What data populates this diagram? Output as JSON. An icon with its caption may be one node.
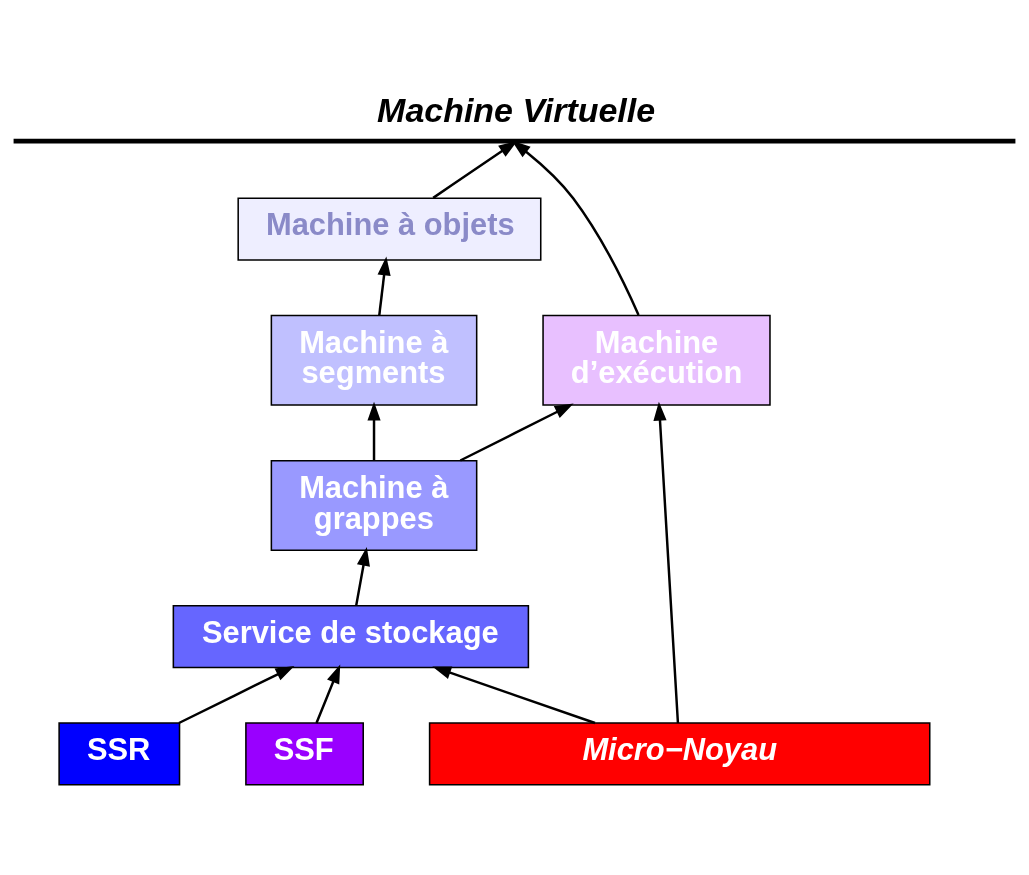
{
  "diagram": {
    "title": "Machine Virtuelle",
    "nodes": [
      {
        "text": [],
        "shape": "bar"
      },
      {
        "text": [
          "Machine à objets"
        ]
      },
      {
        "text": [
          "Machine à segments"
        ]
      },
      {
        "text": [
          "Machine à grappes"
        ]
      },
      {
        "text": [
          "Machine d’exécution"
        ]
      },
      {
        "text": [
          "Service de stockage"
        ]
      },
      {
        "text": [
          "SSR"
        ]
      },
      {
        "text": [
          "SSF"
        ]
      },
      {
        "text": [
          "Micro−Noyau"
        ]
      }
    ],
    "edges": [
      {
        "from": 1,
        "to": 0,
        "arrow": "to"
      },
      {
        "from": 4,
        "to": 0,
        "arrow": "to"
      },
      {
        "from": 2,
        "to": 1,
        "arrow": "to"
      },
      {
        "from": 3,
        "to": 2,
        "arrow": "to"
      },
      {
        "from": 3,
        "to": 4,
        "arrow": "to"
      },
      {
        "from": 5,
        "to": 3,
        "arrow": "to"
      },
      {
        "from": 6,
        "to": 5,
        "arrow": "to"
      },
      {
        "from": 7,
        "to": 5,
        "arrow": "to"
      },
      {
        "from": 8,
        "to": 5,
        "arrow": "to"
      },
      {
        "from": 8,
        "to": 4,
        "arrow": "to"
      }
    ]
  }
}
